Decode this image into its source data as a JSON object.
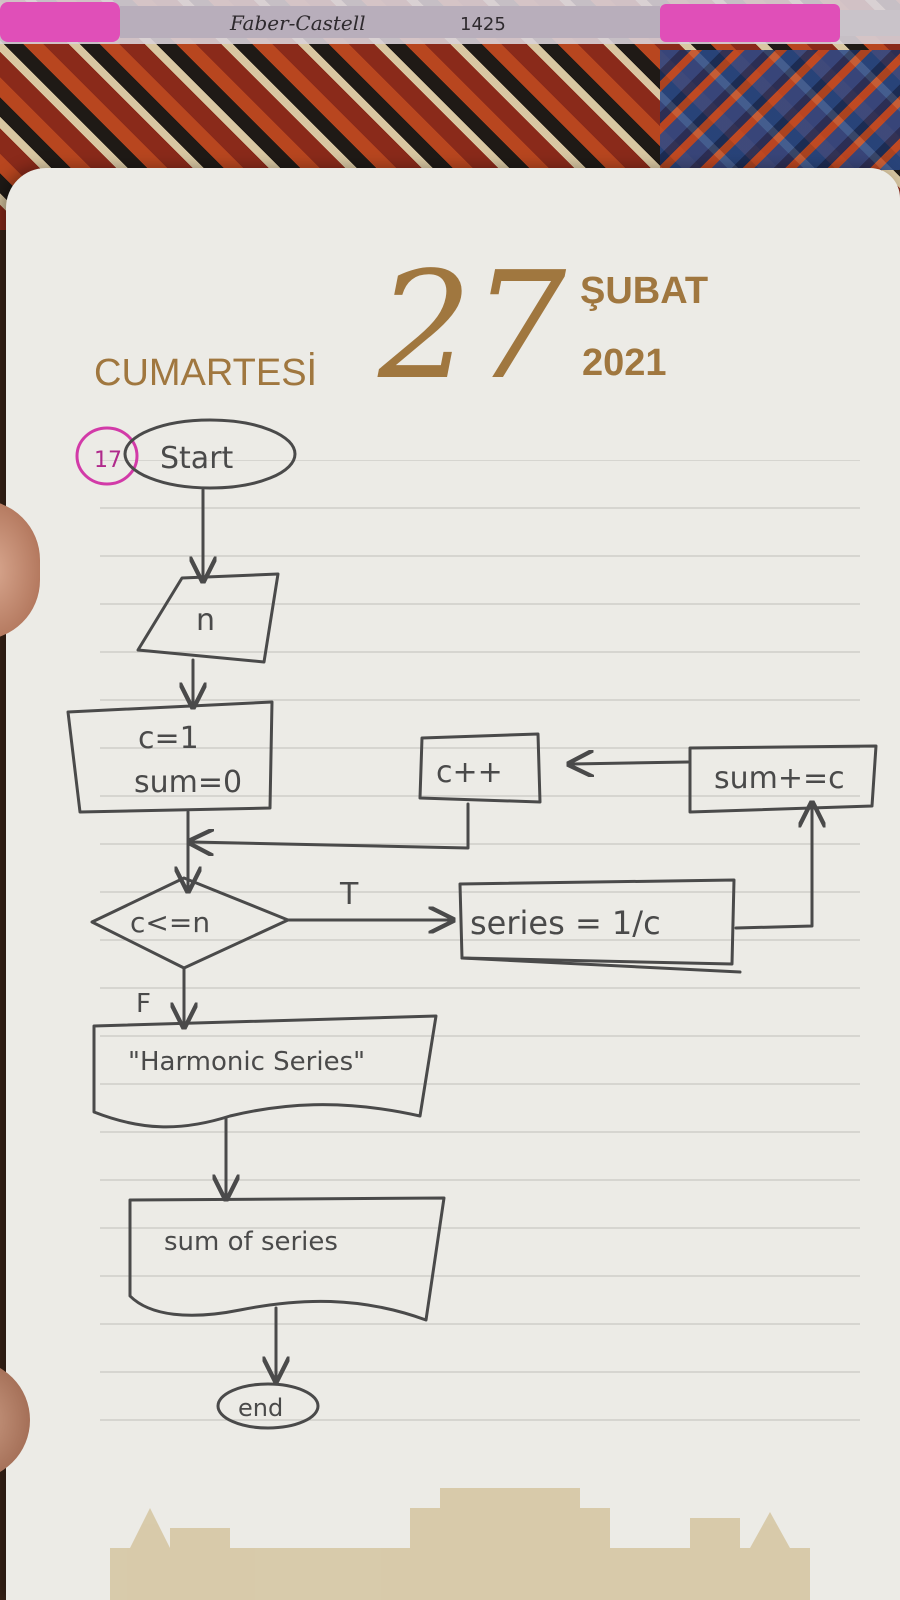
{
  "header": {
    "day": "CUMARTESİ",
    "date": "27",
    "month": "ŞUBAT",
    "year": "2021"
  },
  "pen": {
    "label": "Faber-Castell",
    "code": "1425",
    "ink_color": "#e060c8"
  },
  "flowchart": {
    "question_number": "17",
    "start": "Start",
    "input": "n",
    "init_line1": "c=1",
    "init_line2": "sum=0",
    "increment": "c++",
    "accumulate": "sum+=c",
    "condition": "c<=n",
    "true_label": "T",
    "false_label": "F",
    "series": "series = 1/c",
    "output1": "\"Harmonic Series\"",
    "output2": "sum of series",
    "end": "end"
  },
  "colors": {
    "paper": "#ecebe6",
    "ink": "#4a4a4a",
    "header_gold": "#a0773f",
    "circle_magenta": "#d23aa8"
  }
}
